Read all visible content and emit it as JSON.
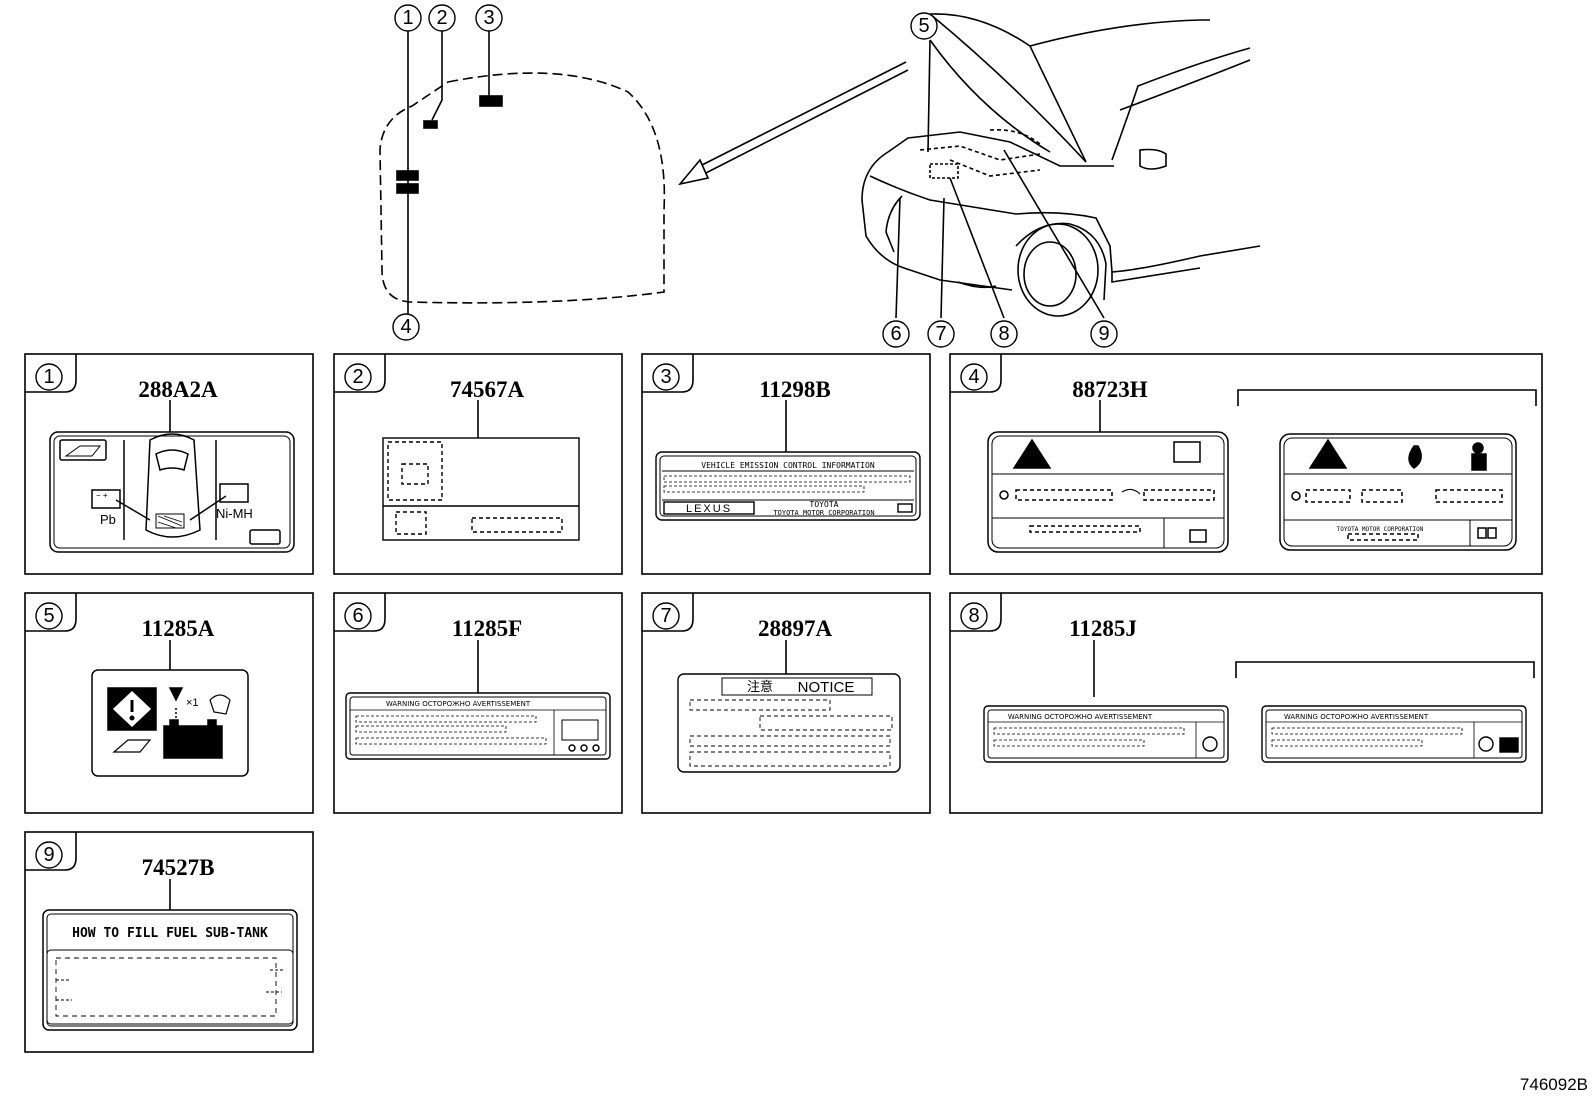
{
  "callouts": [
    "1",
    "2",
    "3",
    "4",
    "5",
    "6",
    "7",
    "8",
    "9"
  ],
  "panels": [
    {
      "num": "1",
      "part": "288A2A"
    },
    {
      "num": "2",
      "part": "74567A"
    },
    {
      "num": "3",
      "part": "11298B"
    },
    {
      "num": "4",
      "part": "88723H"
    },
    {
      "num": "5",
      "part": "11285A"
    },
    {
      "num": "6",
      "part": "11285F"
    },
    {
      "num": "7",
      "part": "28897A"
    },
    {
      "num": "8",
      "part": "11285J"
    },
    {
      "num": "9",
      "part": "74527B"
    }
  ],
  "label_texts": {
    "battery_pb": "Pb",
    "battery_nimh": "Ni-MH",
    "emission_title": "VEHICLE EMISSION CONTROL INFORMATION",
    "emission_brand": "LEXUS",
    "emission_maker_1": "TOYOTA",
    "emission_maker_2": "TOYOTA MOTOR CORPORATION",
    "warning_line": "WARNING  OCTOPOЖHO  AVERTISSEMENT",
    "notice_jp": "注意",
    "notice_en": "NOTICE",
    "fuel_title": "HOW TO FILL FUEL SUB-TANK",
    "row88723_label": "TOYOTA  MOTOR  CORPORATION"
  },
  "diagram_code": "746092B"
}
